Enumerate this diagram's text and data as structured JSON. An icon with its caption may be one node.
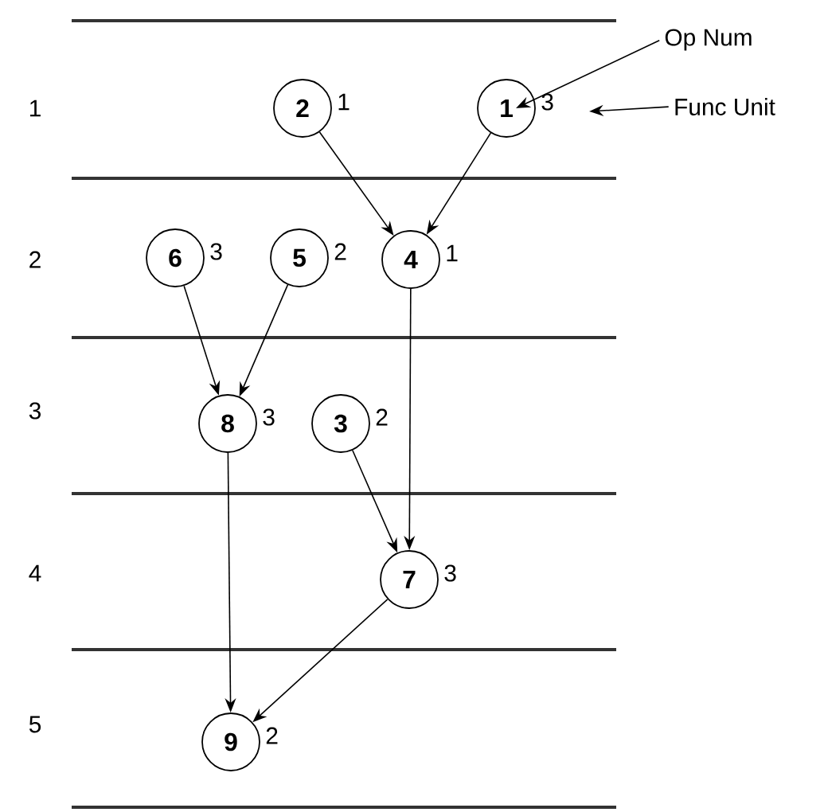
{
  "diagram": {
    "nodes": [
      {
        "text": [
          "2"
        ],
        "beside": [
          "1"
        ]
      },
      {
        "text": [
          "1"
        ],
        "beside": [
          "3"
        ]
      },
      {
        "text": [
          "Op Num"
        ]
      },
      {
        "text": [
          "Func Unit"
        ]
      },
      {
        "text": [
          "6"
        ],
        "beside": [
          "3"
        ]
      },
      {
        "text": [
          "5"
        ],
        "beside": [
          "2"
        ]
      },
      {
        "text": [
          "4"
        ],
        "beside": [
          "1"
        ]
      },
      {
        "text": [
          "8"
        ],
        "beside": [
          "3"
        ]
      },
      {
        "text": [
          "3"
        ],
        "beside": [
          "2"
        ]
      },
      {
        "text": [
          "7"
        ],
        "beside": [
          "3"
        ]
      },
      {
        "text": [
          "9"
        ],
        "beside": [
          "2"
        ]
      }
    ],
    "edges": [
      {
        "from": 0,
        "to": 6,
        "arrow": "to"
      },
      {
        "from": 1,
        "to": 6,
        "arrow": "to"
      },
      {
        "from": 4,
        "to": 7,
        "arrow": "to"
      },
      {
        "from": 5,
        "to": 7,
        "arrow": "to"
      },
      {
        "from": 6,
        "to": 9,
        "arrow": "to"
      },
      {
        "from": 8,
        "to": 9,
        "arrow": "to"
      },
      {
        "from": 7,
        "to": 10,
        "arrow": "to"
      },
      {
        "from": 9,
        "to": 10,
        "arrow": "to"
      },
      {
        "from": 2,
        "to": 1,
        "arrow": "to"
      },
      {
        "from": 3,
        "to": null,
        "arrow": "to"
      }
    ],
    "labels": [
      "1",
      "2",
      "3",
      "4",
      "5"
    ]
  }
}
